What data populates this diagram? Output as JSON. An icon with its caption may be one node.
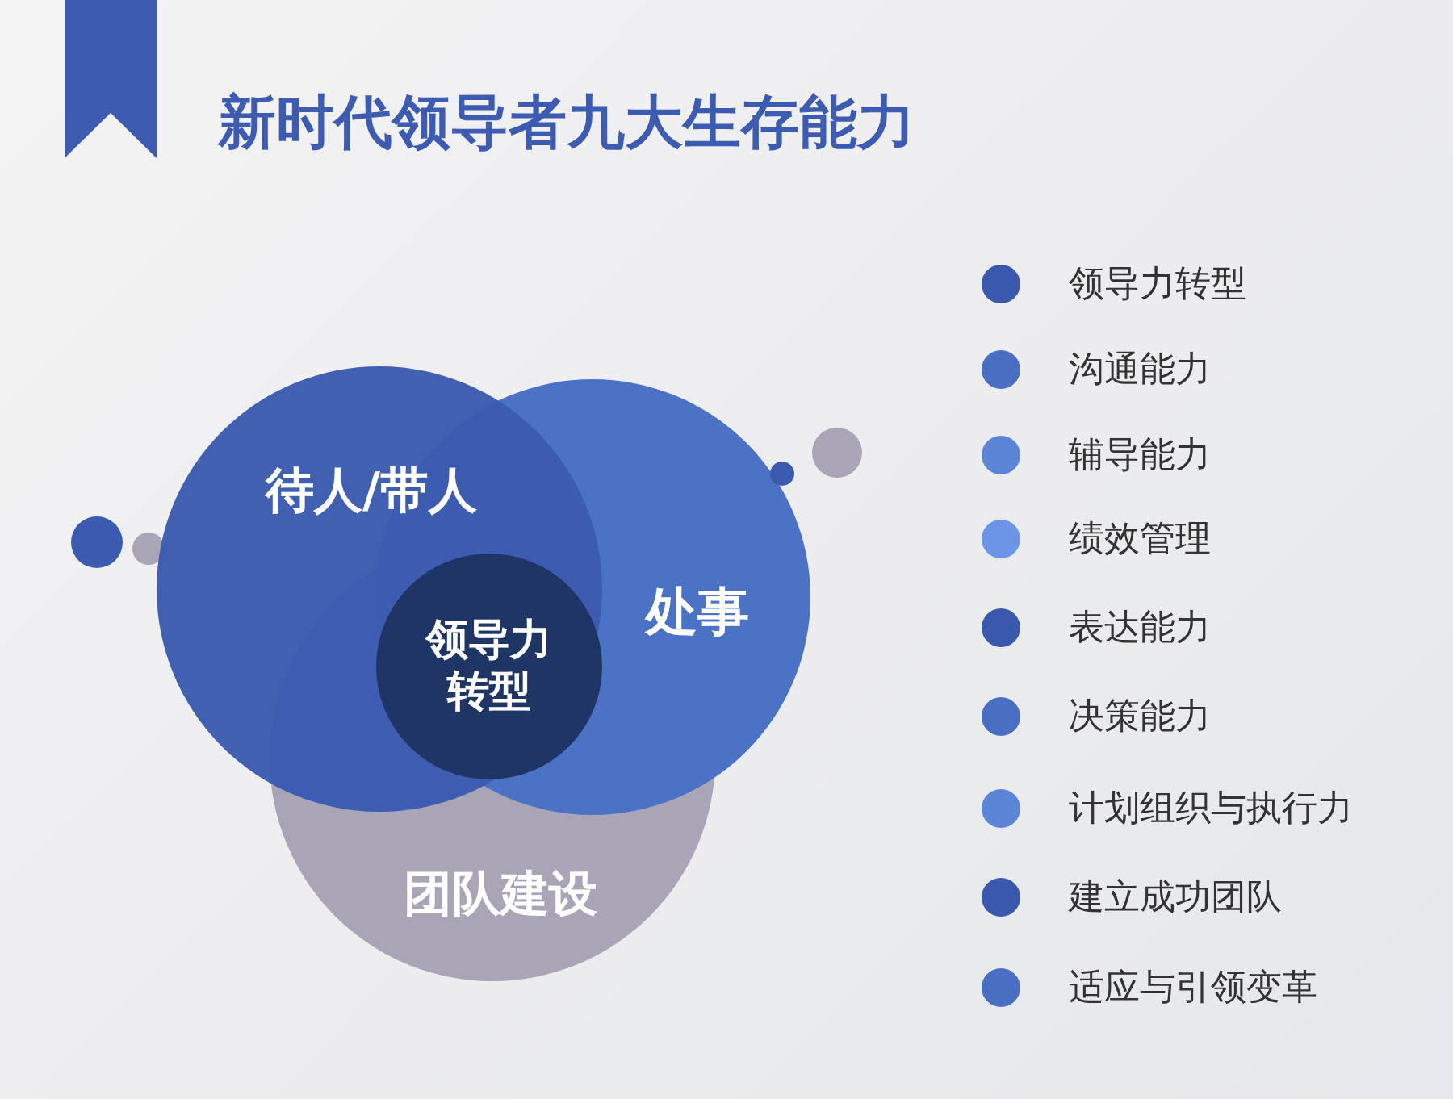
{
  "diagram": {
    "title": "新时代领导者九大生存能力",
    "nodes": [
      {
        "text": [
          "待人/带人"
        ]
      },
      {
        "text": [
          "处事"
        ]
      },
      {
        "text": [
          "团队建设"
        ]
      },
      {
        "text": [
          "领导力转型"
        ]
      }
    ],
    "legend": [
      {
        "text": "领导力转型",
        "color": "#3a59ad"
      },
      {
        "text": "沟通能力",
        "color": "#4a6fc2"
      },
      {
        "text": "辅导能力",
        "color": "#5b86d8"
      },
      {
        "text": "绩效管理",
        "color": "#6b95e6"
      },
      {
        "text": "表达能力",
        "color": "#3a59ad"
      },
      {
        "text": "决策能力",
        "color": "#4a6fc2"
      },
      {
        "text": "计划组织与执行力",
        "color": "#5b86d8"
      },
      {
        "text": "建立成功团队",
        "color": "#3a59ad"
      },
      {
        "text": "适应与引领变革",
        "color": "#4a6fc2"
      }
    ]
  }
}
